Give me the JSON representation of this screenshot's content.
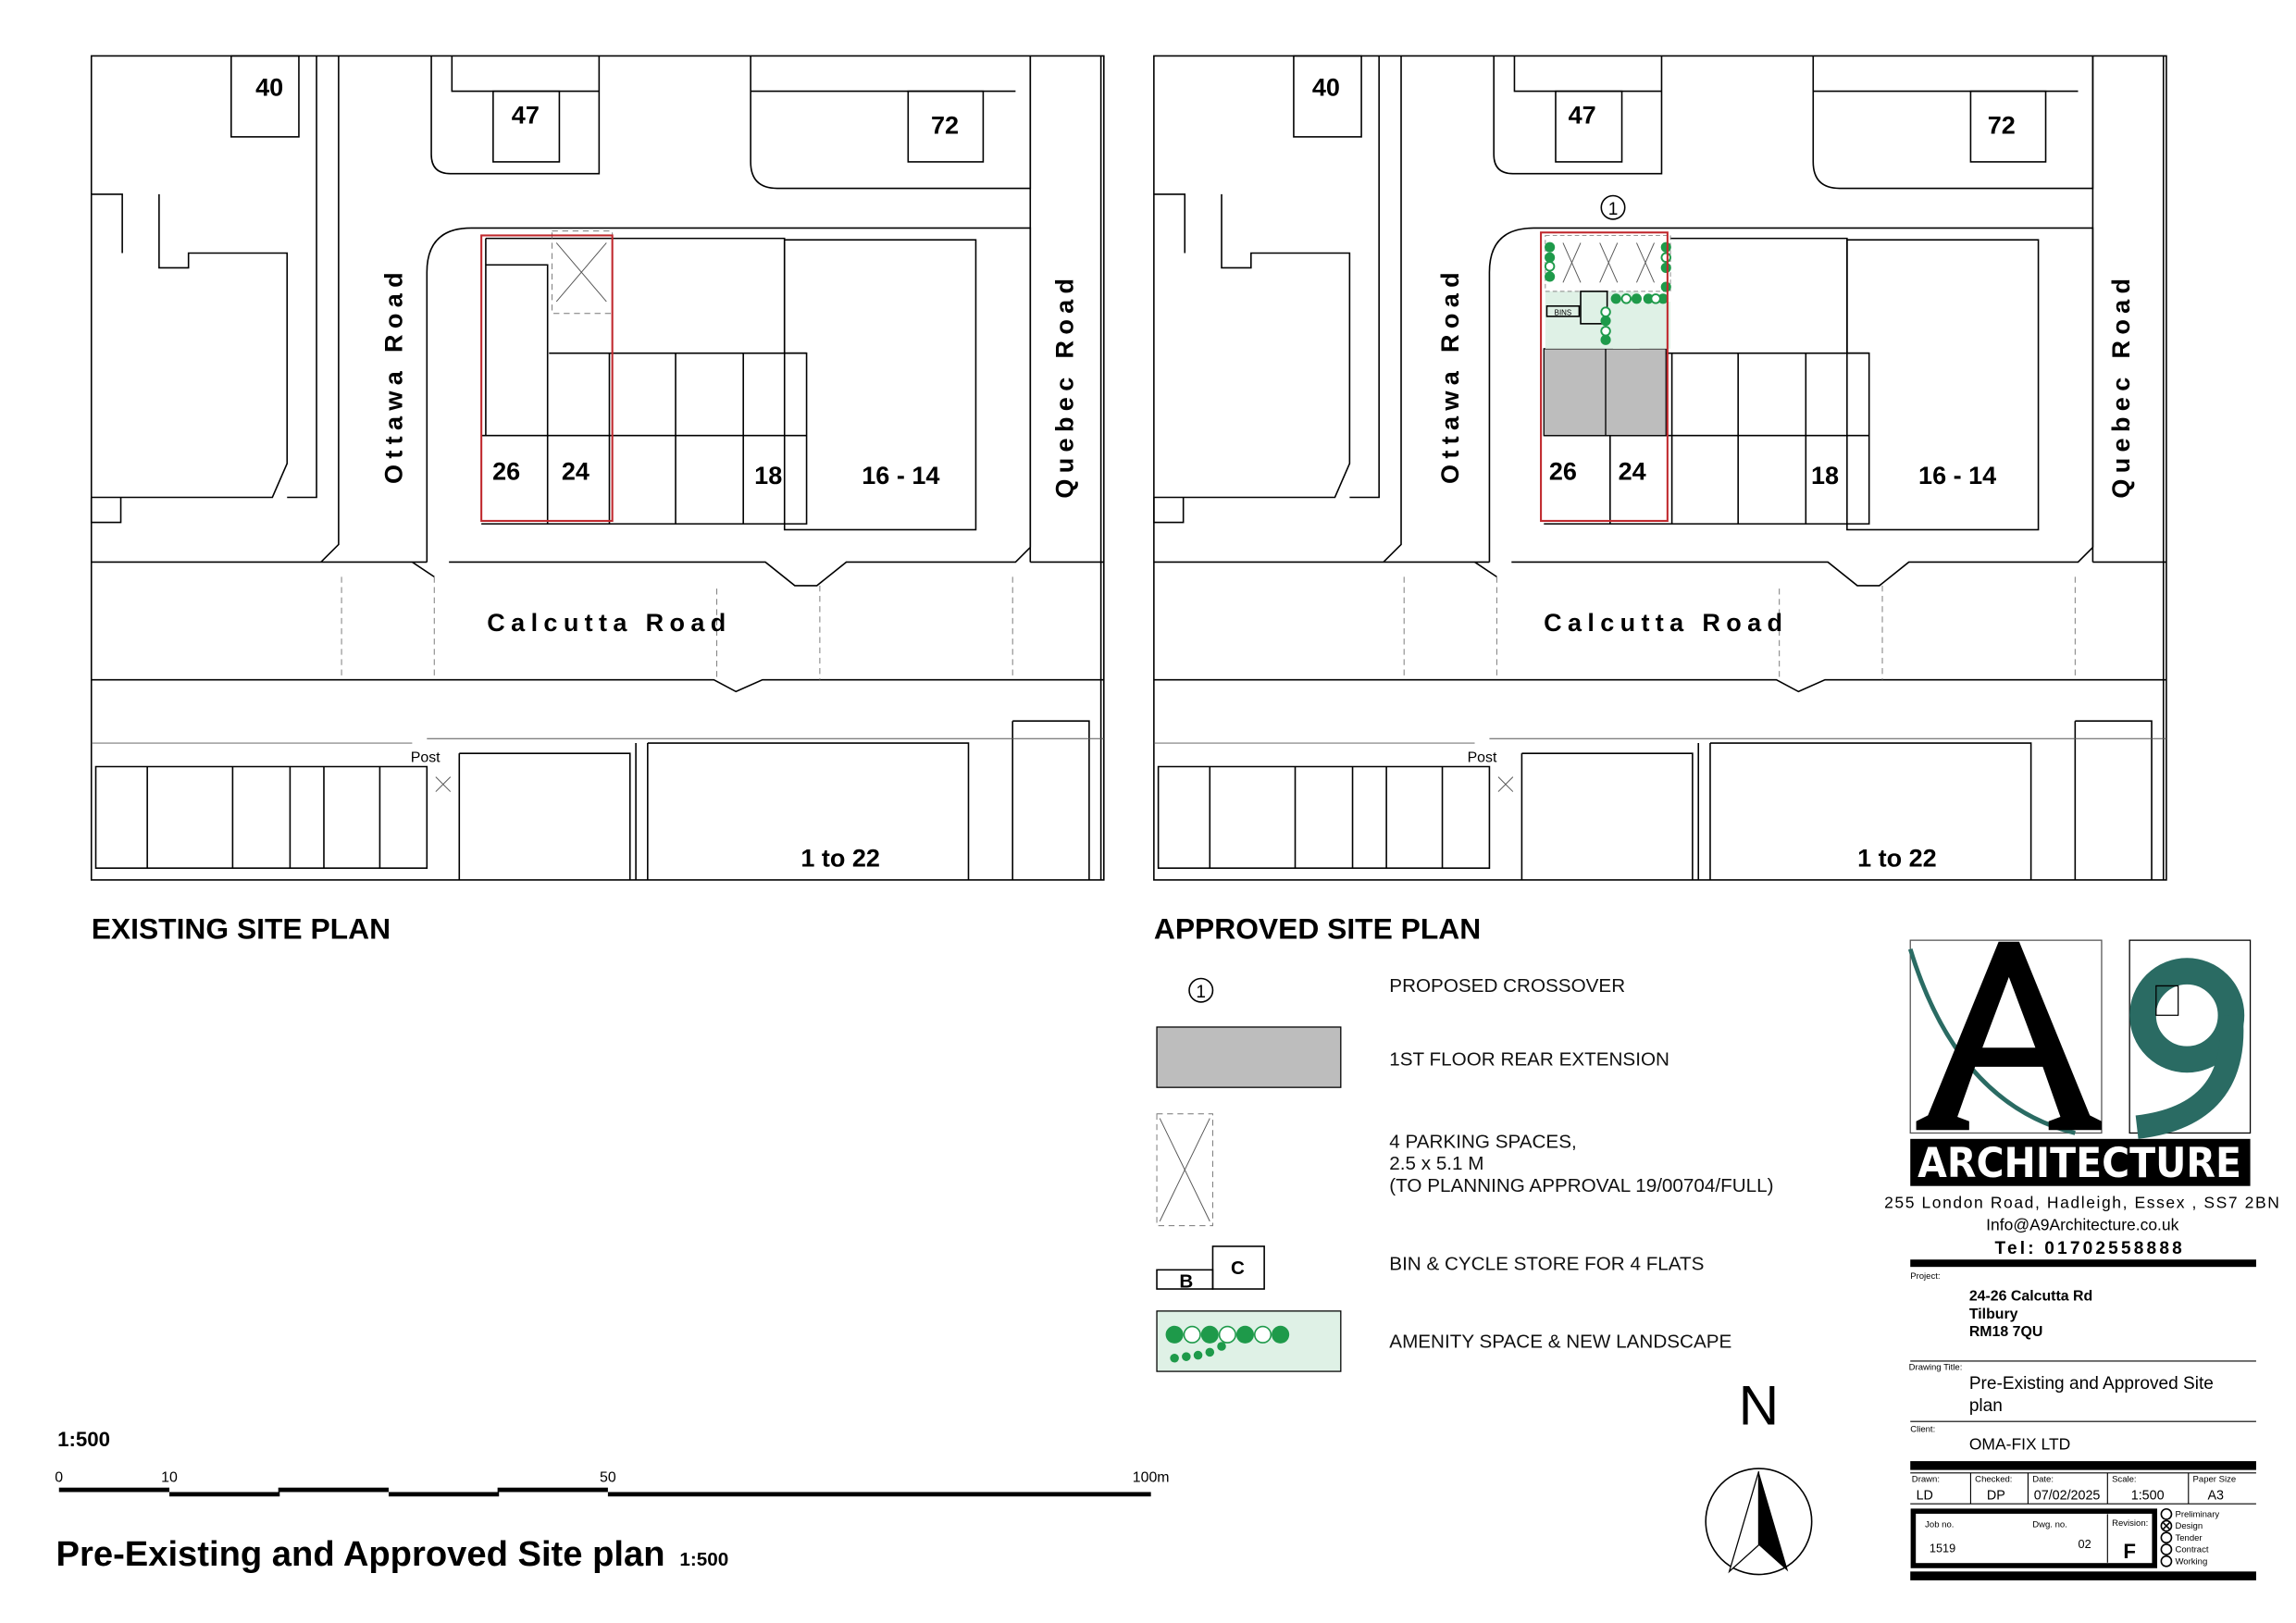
{
  "plans": {
    "existing": {
      "heading": "EXISTING SITE PLAN",
      "labels": {
        "b40": "40",
        "b47": "47",
        "b72": "72",
        "h26": "26",
        "h24": "24",
        "h18": "18",
        "h16_14": "16 - 14",
        "flats": "1 to 22",
        "post": "Post"
      },
      "roads": {
        "ottawa": "Ottawa Road",
        "quebec": "Quebec Road",
        "calcutta": "Calcutta Road"
      }
    },
    "approved": {
      "heading": "APPROVED SITE PLAN",
      "labels": {
        "b40": "40",
        "b47": "47",
        "b72": "72",
        "h26": "26",
        "h24": "24",
        "h18": "18",
        "h16_14": "16 - 14",
        "flats": "1 to 22",
        "post": "Post",
        "crossover_marker": "1",
        "bins": "BINS"
      },
      "roads": {
        "ottawa": "Ottawa Road",
        "quebec": "Quebec Road",
        "calcutta": "Calcutta Road"
      }
    }
  },
  "legend": {
    "crossover_marker": "1",
    "crossover": "PROPOSED CROSSOVER",
    "extension": "1ST FLOOR REAR EXTENSION",
    "parking_1": "4 PARKING SPACES,",
    "parking_2": "2.5 x 5.1 M",
    "parking_3": "(TO PLANNING APPROVAL 19/00704/FULL)",
    "bin_b": "B",
    "bin_c": "C",
    "bin_store": "BIN & CYCLE STORE FOR 4 FLATS",
    "amenity": "AMENITY SPACE & NEW LANDSCAPE"
  },
  "colors": {
    "boundary": "#c0282d",
    "extension": "#bdbdbd",
    "amenity": "#dff1e6",
    "landscape": "#1e9a4a",
    "logo_teal": "#2a6b63"
  },
  "north": {
    "label": "N"
  },
  "scale_bar": {
    "scale": "1:500",
    "ticks": [
      "0",
      "10",
      "50",
      "100m"
    ]
  },
  "footer": {
    "title": "Pre-Existing and Approved Site plan",
    "scale": "1:500"
  },
  "title_block": {
    "logo": {
      "letters": "A9",
      "name": "ARCHITECTURE"
    },
    "address": "255 London Road, Hadleigh, Essex , SS7 2BN",
    "email": "Info@A9Architecture.co.uk",
    "tel": "Tel: 01702558888",
    "project_label": "Project:",
    "project_lines": [
      "24-26 Calcutta Rd",
      "Tilbury",
      "RM18 7QU"
    ],
    "drawing_title_label": "Drawing Title:",
    "drawing_title_lines": [
      "Pre-Existing and Approved Site",
      "plan"
    ],
    "client_label": "Client:",
    "client": "OMA-FIX LTD",
    "drawn_label": "Drawn:",
    "drawn": "LD",
    "checked_label": "Checked:",
    "checked": "DP",
    "date_label": "Date:",
    "date": "07/02/2025",
    "scale_label": "Scale:",
    "scale": "1:500",
    "paper_label": "Paper Size",
    "paper": "A3",
    "job_label": "Job no.",
    "job": "1519",
    "dwg_label": "Dwg. no.",
    "dwg": "02",
    "rev_label": "Revision:",
    "rev": "F",
    "status": [
      "Preliminary",
      "Design",
      "Tender",
      "Contract",
      "Working"
    ],
    "status_selected": "Design"
  }
}
